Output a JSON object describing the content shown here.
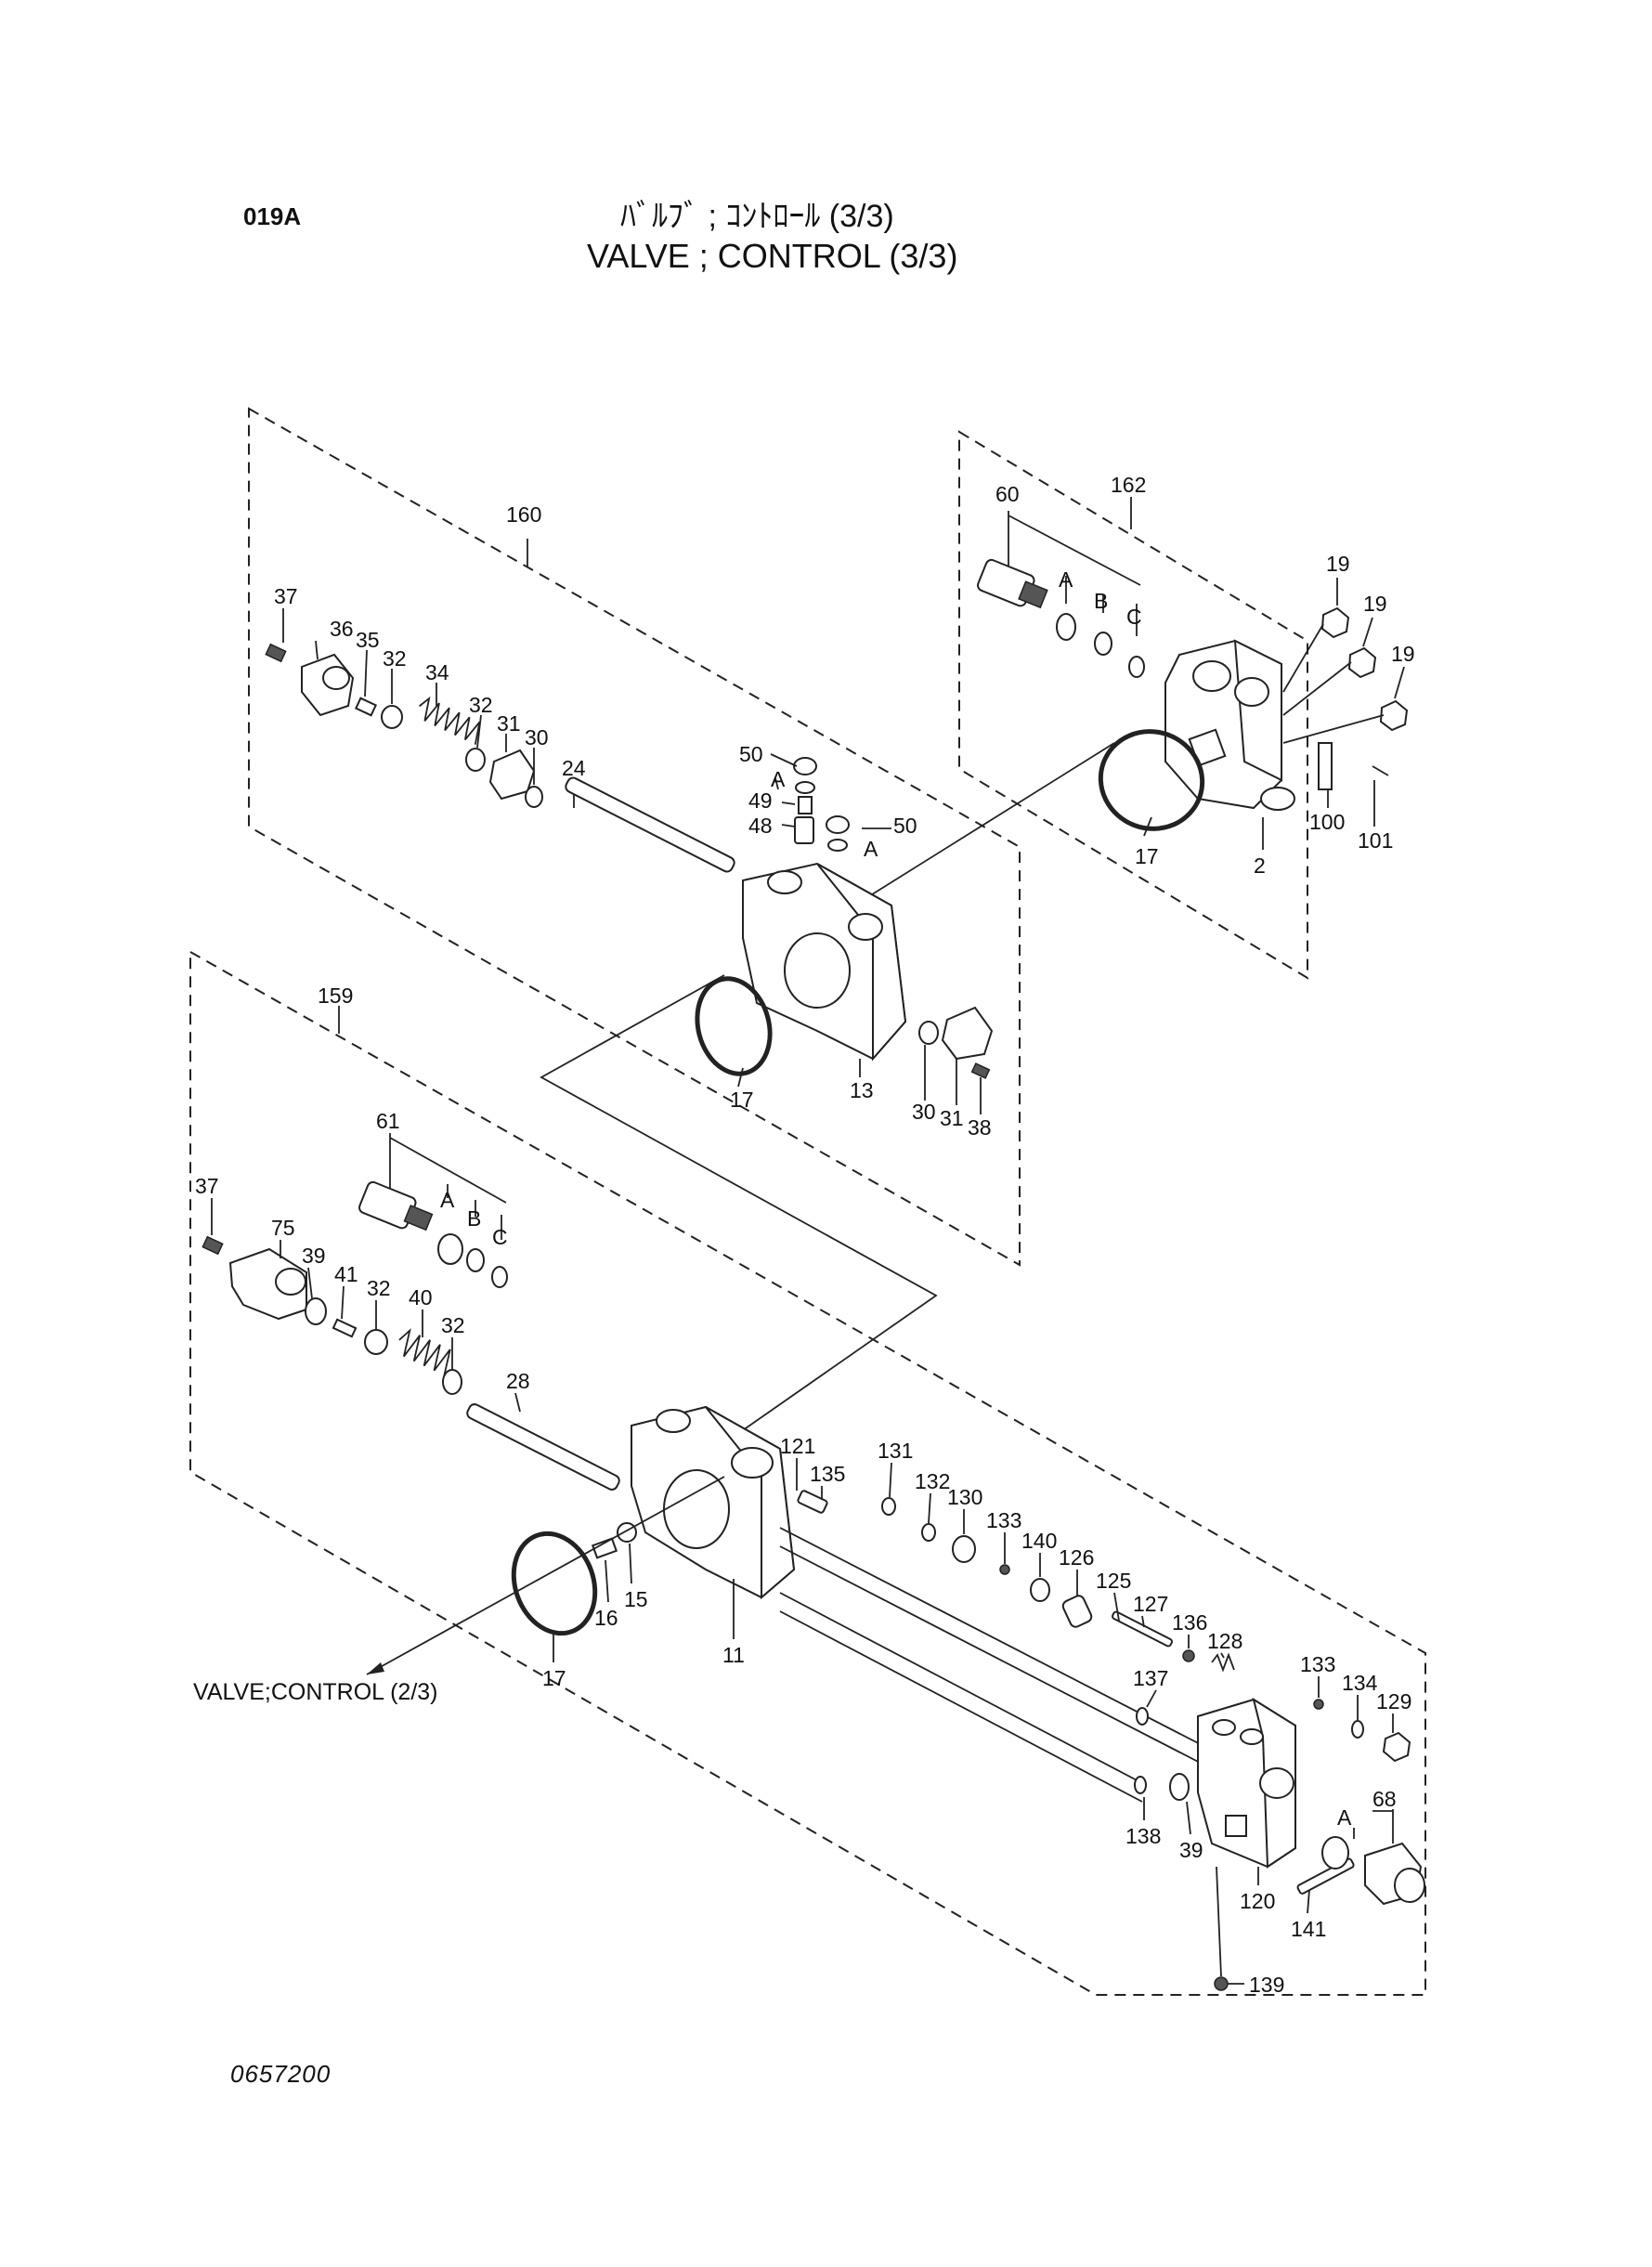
{
  "header": {
    "page_code": "019A",
    "title_jp": "ﾊﾞﾙﾌﾞ ; ｺﾝﾄﾛｰﾙ (3/3)",
    "title_en": "VALVE ; CONTROL (3/3)"
  },
  "footer": {
    "drawing_no": "0657200"
  },
  "reference": {
    "label": "VALVE;CONTROL (2/3)"
  },
  "callouts": {
    "c160": "160",
    "c162": "162",
    "c159": "159",
    "c60": "60",
    "c60a": "A",
    "c60b": "B",
    "c60c": "C",
    "c19a": "19",
    "c19b": "19",
    "c19c": "19",
    "c37a": "37",
    "c36": "36",
    "c35": "35",
    "c32a": "32",
    "c34": "34",
    "c32b": "32",
    "c31a": "31",
    "c30a": "30",
    "c24": "24",
    "c50a": "50",
    "c50aA": "A",
    "c49": "49",
    "c48": "48",
    "c50b": "50",
    "c50bA": "A",
    "c17a": "17",
    "c2": "2",
    "c100": "100",
    "c101": "101",
    "c17b": "17",
    "c13": "13",
    "c30b": "30",
    "c31b": "31",
    "c38": "38",
    "c61": "61",
    "c61a": "A",
    "c61b": "B",
    "c61c": "C",
    "c37b": "37",
    "c75": "75",
    "c39a": "39",
    "c41": "41",
    "c32c": "32",
    "c40": "40",
    "c32d": "32",
    "c28": "28",
    "c121": "121",
    "c135": "135",
    "c131": "131",
    "c132": "132",
    "c130": "130",
    "c133a": "133",
    "c140": "140",
    "c126": "126",
    "c125": "125",
    "c127": "127",
    "c136": "136",
    "c128": "128",
    "c133b": "133",
    "c134": "134",
    "c129": "129",
    "c137": "137",
    "c68": "68",
    "c68a": "A",
    "c138": "138",
    "c39b": "39",
    "c120": "120",
    "c141": "141",
    "c139": "139",
    "c17c": "17",
    "c16": "16",
    "c15": "15",
    "c11": "11"
  }
}
